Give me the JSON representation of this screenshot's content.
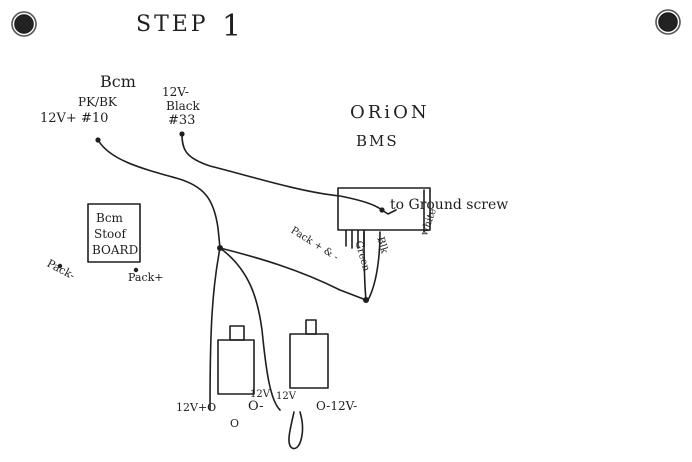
{
  "title": {
    "step": "STEP",
    "number": "1"
  },
  "bcm": {
    "heading": "Bcm",
    "wire1_color": "PK/BK",
    "wire1_pin": "12V+ #10",
    "wire2_voltage": "12V-",
    "wire2_color": "Black",
    "wire2_pin": "#33"
  },
  "orion": {
    "name": "ORiON",
    "subtitle": "BMS",
    "ground_note": "to Ground screw"
  },
  "bcm_board": {
    "line1": "Bcm",
    "line2": "Stoof",
    "line3": "BOARD"
  },
  "pack_labels": {
    "left_neg": "Pack-",
    "left_pos": "Pack+",
    "bms_pack": "Pack + & -"
  },
  "bms_wires": {
    "green": "Green",
    "black": "Blk",
    "white": "white"
  },
  "relays": {
    "r1_left": "12V+O",
    "r1_right": "O-",
    "r1_top": "12V",
    "r1_bottom": "O",
    "r2_top": "12V",
    "r2_right": "O-12V-"
  },
  "colors": {
    "ink": "#1f1f1f",
    "paper": "#ffffff"
  }
}
